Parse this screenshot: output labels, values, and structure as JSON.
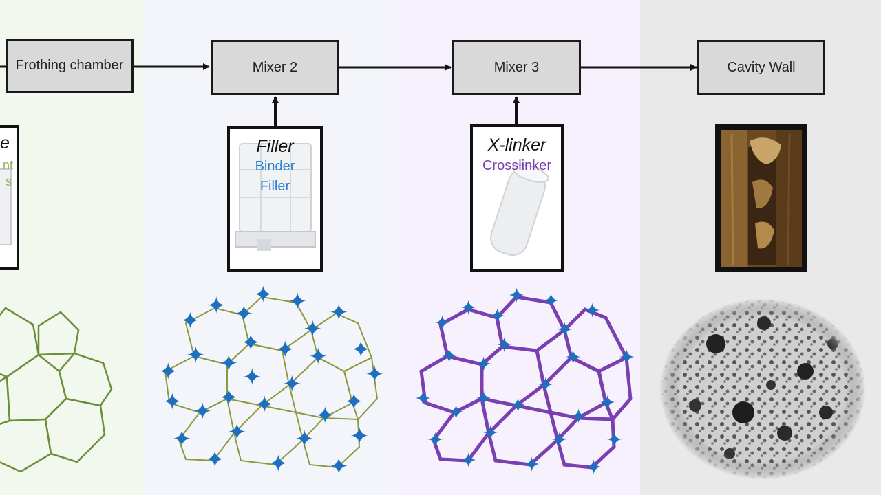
{
  "flow": {
    "frothing_chamber": "Frothing chamber",
    "mixer2": "Mixer 2",
    "mixer3": "Mixer 3",
    "cavity_wall": "Cavity Wall"
  },
  "card1": {
    "title": "e",
    "line1": "nt",
    "line2": "s"
  },
  "card2": {
    "title": "Filler",
    "line1": "Binder",
    "line2": "Filler"
  },
  "card3": {
    "title": "X-linker",
    "line1": "Crosslinker"
  },
  "colors": {
    "green_structure": "#6b8e3a",
    "binder_blue": "#2b7fd0",
    "crosslinker_purple": "#7a3fb0",
    "star_blue": "#1f6fbf"
  }
}
